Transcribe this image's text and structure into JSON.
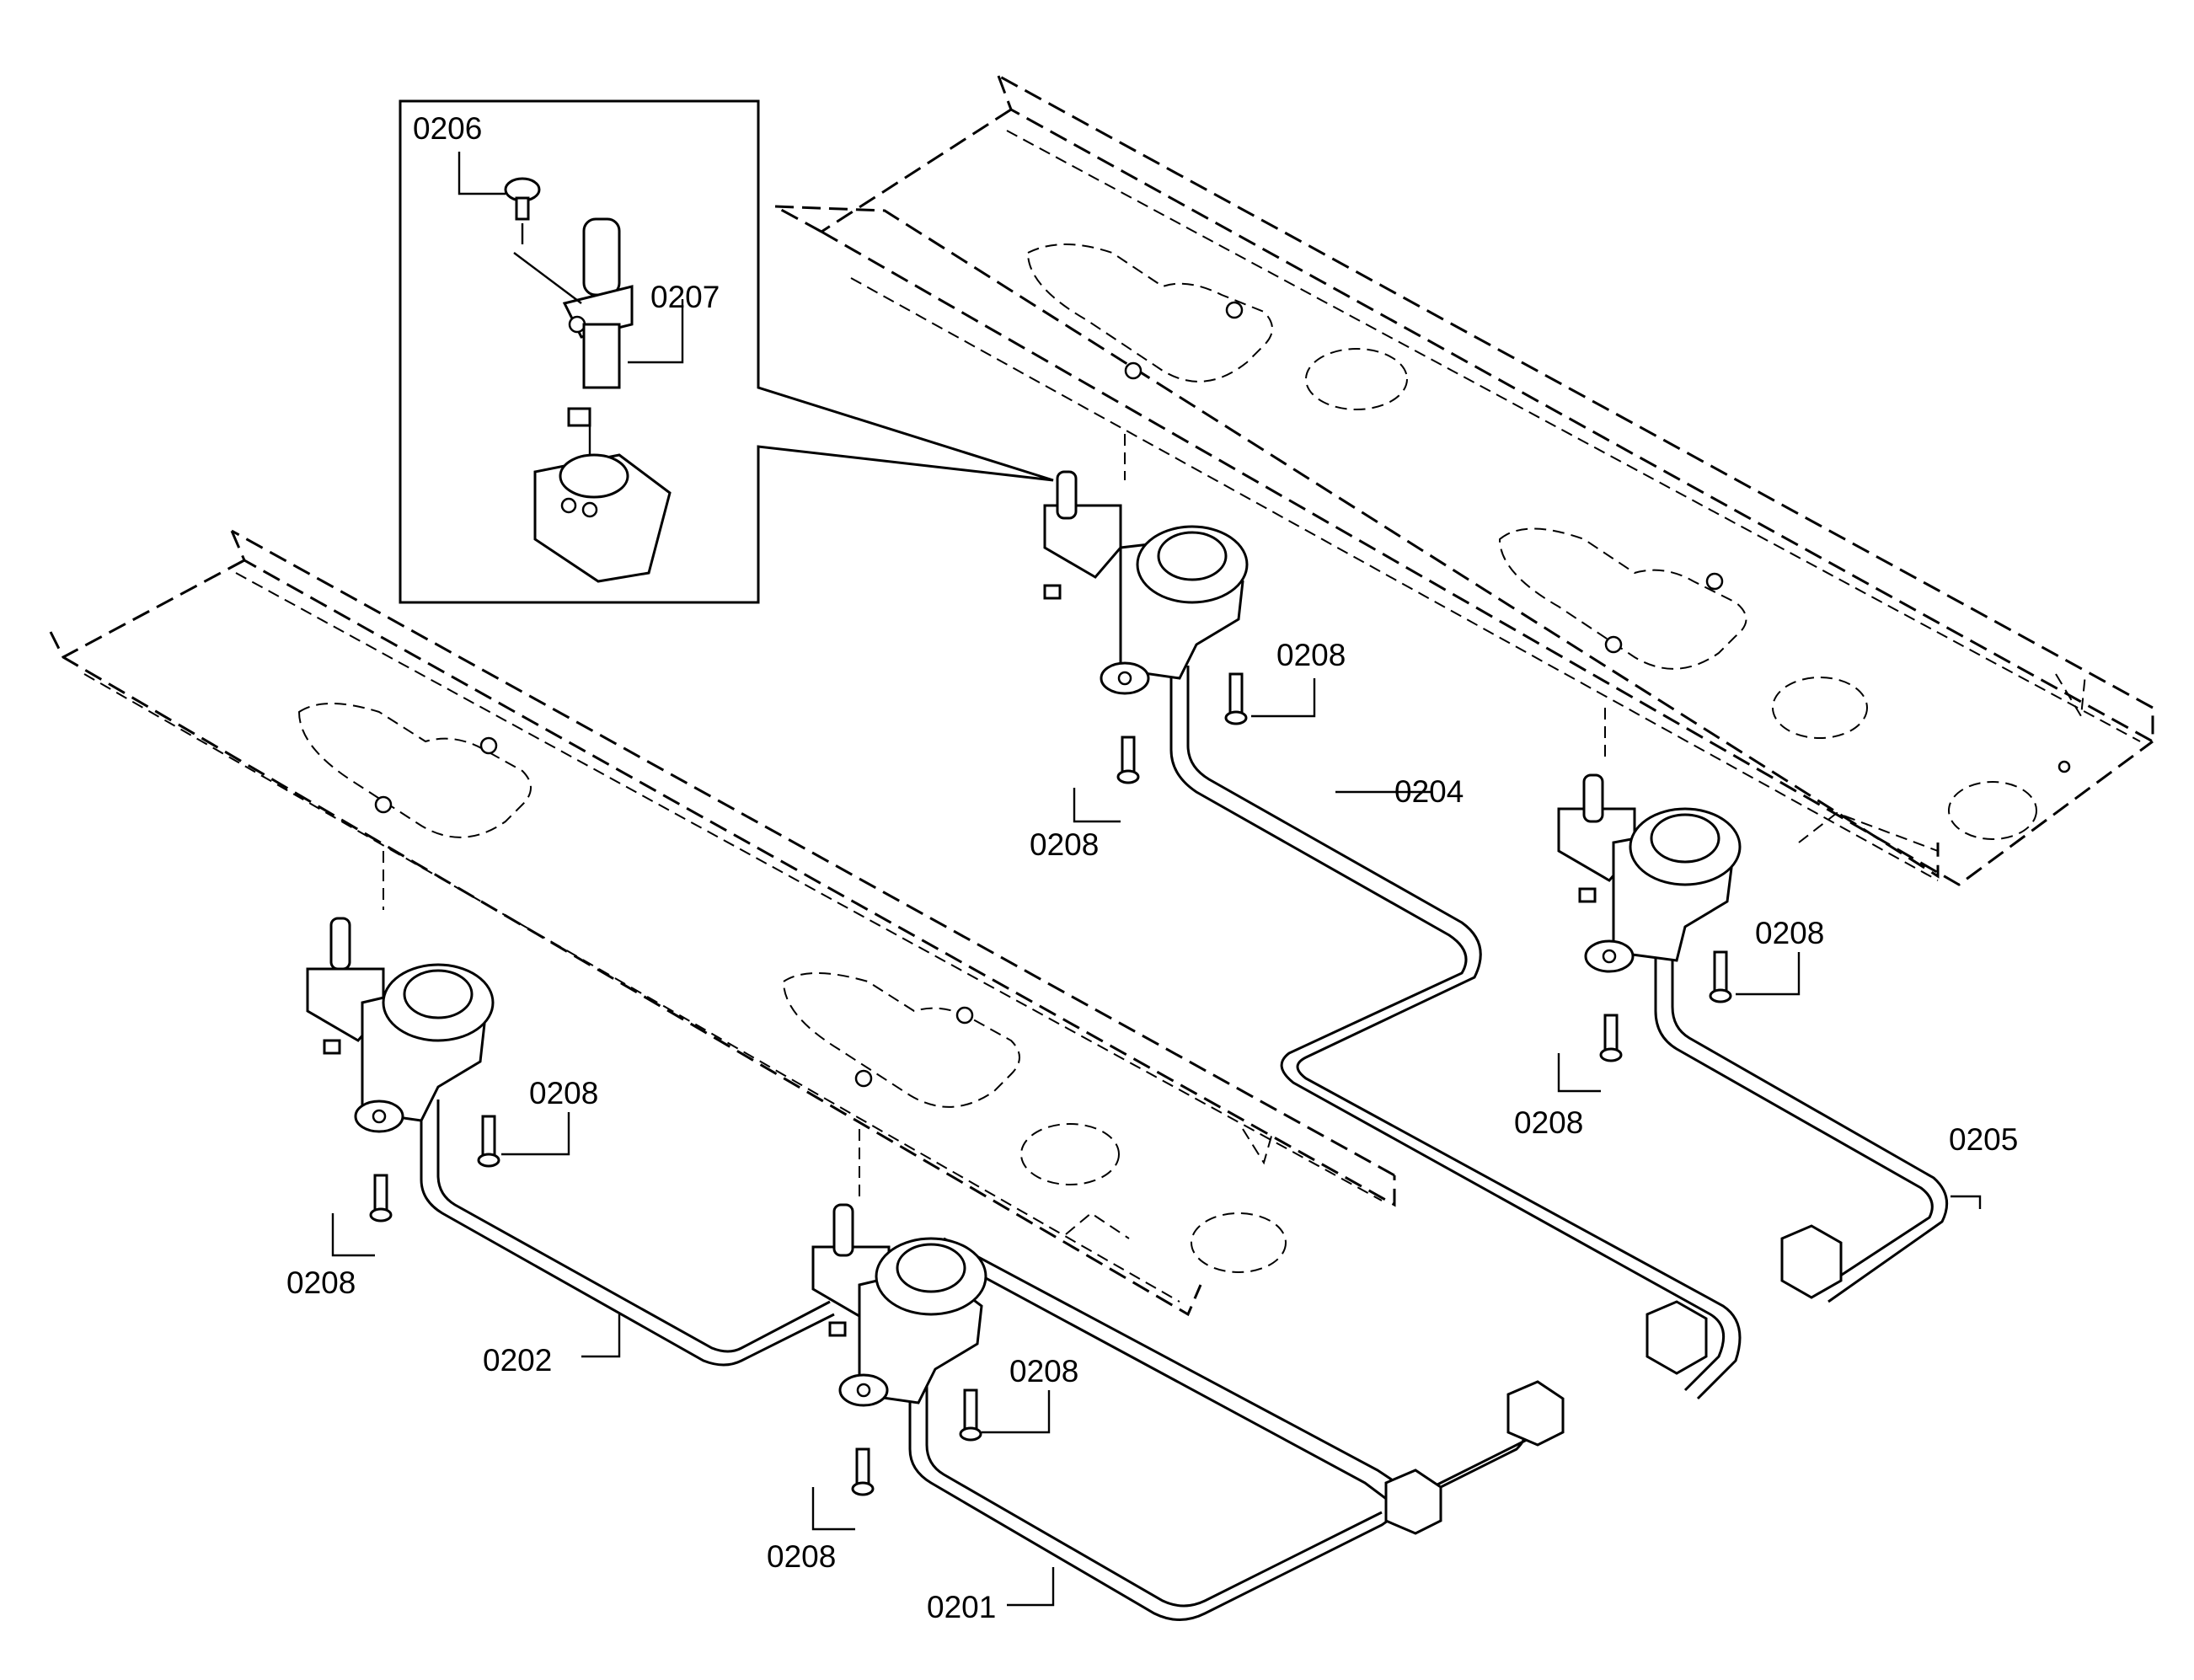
{
  "diagram": {
    "callouts": {
      "p0201": "0201",
      "p0202": "0202",
      "p0204": "0204",
      "p0205": "0205",
      "p0206": "0206",
      "p0207": "0207",
      "p0208": "0208"
    }
  }
}
